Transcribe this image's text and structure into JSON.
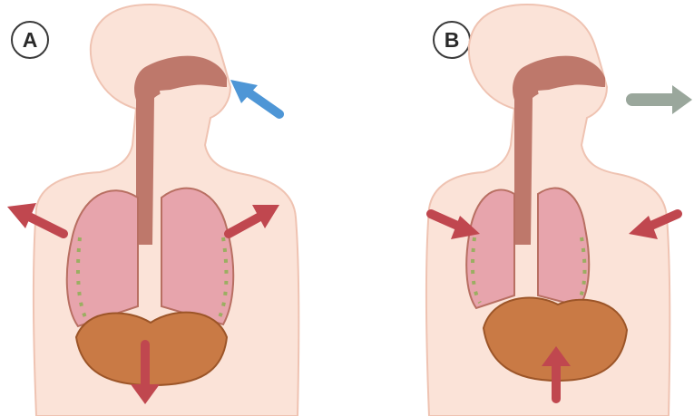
{
  "panels": [
    {
      "label": "A",
      "phase_arrows": {
        "air": "inward",
        "ribs": "outward",
        "diaphragm": "downward"
      }
    },
    {
      "label": "B",
      "phase_arrows": {
        "air": "outward",
        "ribs": "inward",
        "diaphragm": "upward"
      }
    }
  ],
  "colors": {
    "skin": "#fbe3d8",
    "skin_edge": "#efc3b2",
    "airway": "#b86f62",
    "lung": "#e7a4ac",
    "diaphragm": "#c97a45",
    "arrow_red": "#c0474f",
    "arrow_in_air": "#4e96d6",
    "arrow_out_air": "#9aa79c"
  }
}
